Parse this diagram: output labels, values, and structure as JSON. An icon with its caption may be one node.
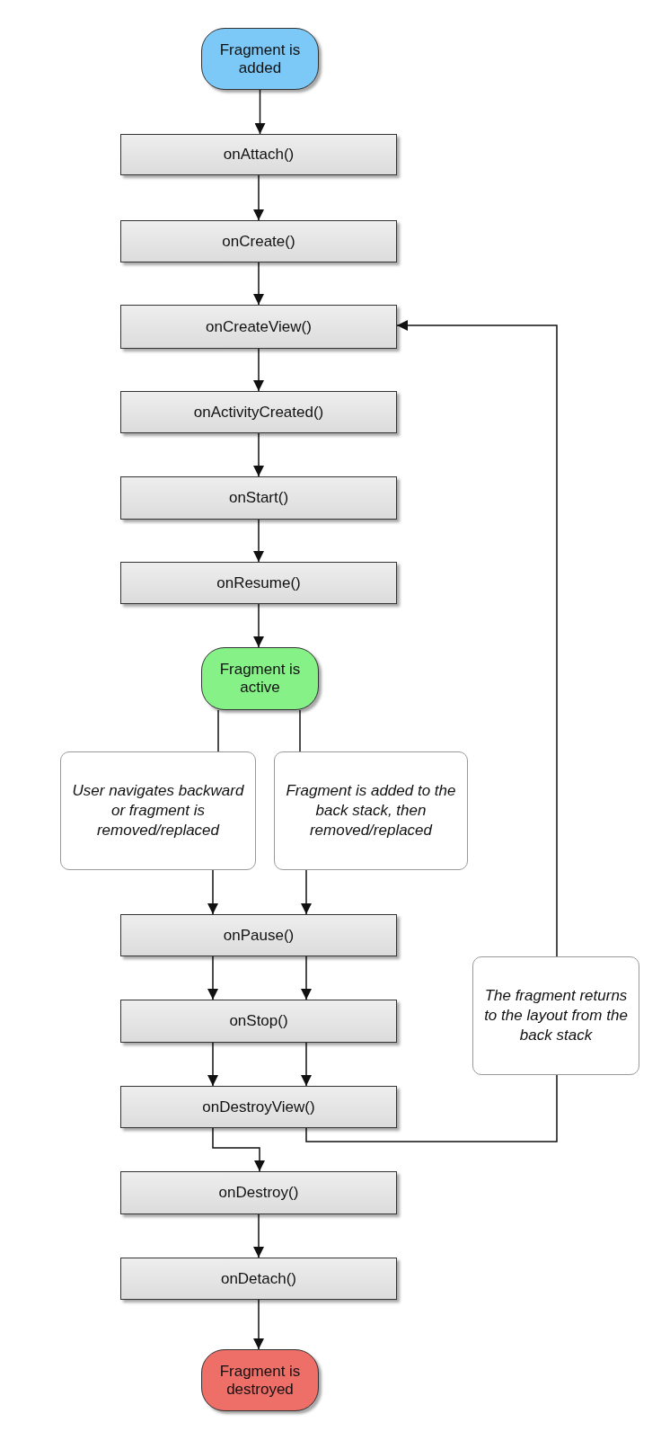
{
  "diagram": {
    "nodes": [
      {
        "text": [
          "Fragment is added"
        ]
      },
      {
        "text": [
          "onAttach()"
        ]
      },
      {
        "text": [
          "onCreate()"
        ]
      },
      {
        "text": [
          "onCreateView()"
        ]
      },
      {
        "text": [
          "onActivityCreated()"
        ]
      },
      {
        "text": [
          "onStart()"
        ]
      },
      {
        "text": [
          "onResume()"
        ]
      },
      {
        "text": [
          "Fragment is active"
        ]
      },
      {
        "text": [
          "User navigates backward or fragment is removed/replaced"
        ]
      },
      {
        "text": [
          "Fragment is added to the back stack, then removed/replaced"
        ]
      },
      {
        "text": [
          "onPause()"
        ]
      },
      {
        "text": [
          "onStop()"
        ]
      },
      {
        "text": [
          "onDestroyView()"
        ]
      },
      {
        "text": [
          "onDestroy()"
        ]
      },
      {
        "text": [
          "onDetach()"
        ]
      },
      {
        "text": [
          "Fragment is destroyed"
        ]
      },
      {
        "text": [
          "The fragment returns to the layout from the back stack"
        ]
      }
    ],
    "edges": [
      {
        "from": 0,
        "to": 1,
        "arrow": "to"
      },
      {
        "from": 1,
        "to": 2,
        "arrow": "to"
      },
      {
        "from": 2,
        "to": 3,
        "arrow": "to"
      },
      {
        "from": 3,
        "to": 4,
        "arrow": "to"
      },
      {
        "from": 4,
        "to": 5,
        "arrow": "to"
      },
      {
        "from": 5,
        "to": 6,
        "arrow": "to"
      },
      {
        "from": 6,
        "to": 7,
        "arrow": "to"
      },
      {
        "from": 7,
        "to": 8,
        "arrow": "none"
      },
      {
        "from": 7,
        "to": 9,
        "arrow": "none"
      },
      {
        "from": 8,
        "to": 10,
        "arrow": "to"
      },
      {
        "from": 9,
        "to": 10,
        "arrow": "to"
      },
      {
        "from": 10,
        "to": 11,
        "arrow": "to"
      },
      {
        "from": 10,
        "to": 11,
        "arrow": "to"
      },
      {
        "from": 11,
        "to": 12,
        "arrow": "to"
      },
      {
        "from": 11,
        "to": 12,
        "arrow": "to"
      },
      {
        "from": 12,
        "to": 13,
        "arrow": "to"
      },
      {
        "from": 12,
        "to": 16,
        "arrow": "none"
      },
      {
        "from": 16,
        "to": 3,
        "arrow": "to"
      },
      {
        "from": 13,
        "to": 14,
        "arrow": "to"
      },
      {
        "from": 14,
        "to": 15,
        "arrow": "to"
      }
    ]
  }
}
